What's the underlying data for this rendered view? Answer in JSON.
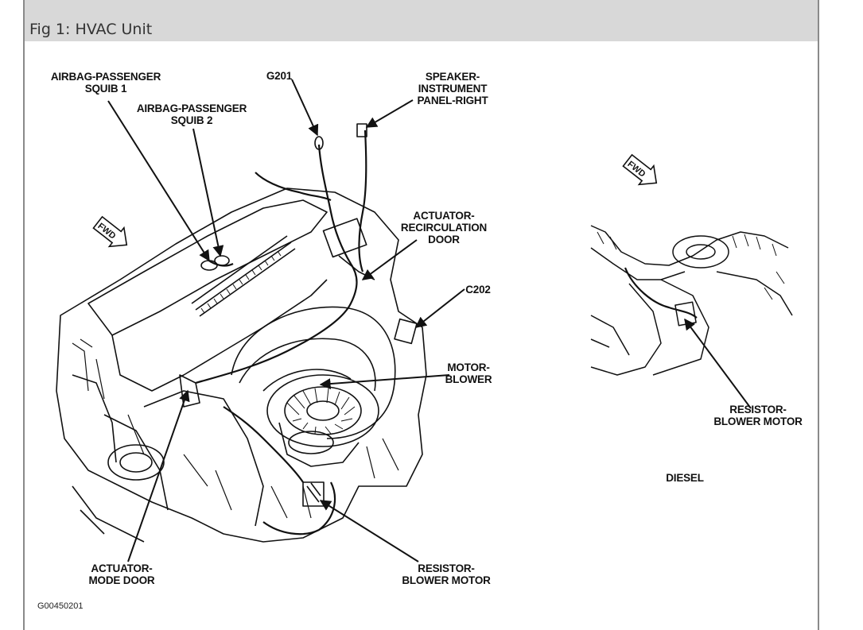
{
  "figure": {
    "caption": "Fig 1: HVAC Unit",
    "code": "G00450201"
  },
  "labels": {
    "airbag_squib1": [
      "AIRBAG-PASSENGER",
      "SQUIB 1"
    ],
    "airbag_squib2": [
      "AIRBAG-PASSENGER",
      "SQUIB 2"
    ],
    "g201": [
      "G201"
    ],
    "speaker": [
      "SPEAKER-",
      "INSTRUMENT",
      "PANEL-RIGHT"
    ],
    "actuator_recirc": [
      "ACTUATOR-",
      "RECIRCULATION",
      "DOOR"
    ],
    "c202": [
      "C202"
    ],
    "motor_blower": [
      "MOTOR-",
      "BLOWER"
    ],
    "actuator_mode": [
      "ACTUATOR-",
      "MODE DOOR"
    ],
    "resistor_main": [
      "RESISTOR-",
      "BLOWER MOTOR"
    ],
    "resistor_diesel": [
      "RESISTOR-",
      "BLOWER MOTOR"
    ],
    "diesel": [
      "DIESEL"
    ]
  },
  "badges": {
    "fwd_left": "FWD",
    "fwd_right": "FWD"
  },
  "colors": {
    "header_bg": "#d8d8d8",
    "frame_border": "#8a8a8a",
    "line_art": "#111111"
  }
}
